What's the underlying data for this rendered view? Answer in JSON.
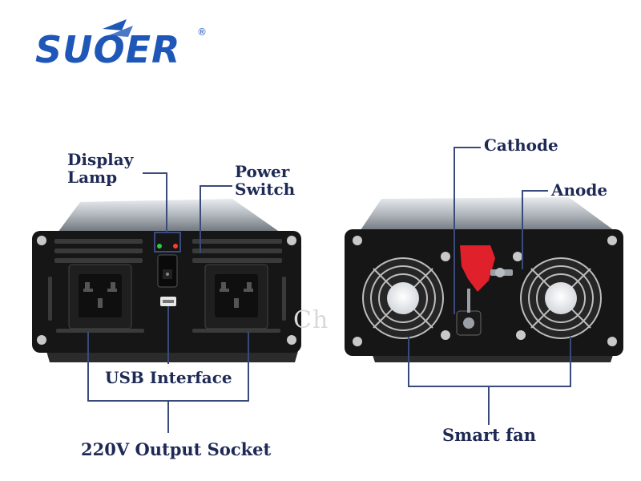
{
  "brand": {
    "name": "SUOER",
    "registered": "®",
    "color": "#1f57b8"
  },
  "labels": {
    "display_lamp_line1": "Display",
    "display_lamp_line2": "Lamp",
    "power_switch_line1": "Power",
    "power_switch_line2": "Switch",
    "usb_interface": "USB Interface",
    "output_socket": "220V Output Socket",
    "cathode": "Cathode",
    "anode": "Anode",
    "smart_fan": "Smart fan"
  },
  "colors": {
    "label_text": "#1e2a55",
    "leader_line": "#3a4a7a",
    "terminal_red": "#e0202a"
  }
}
